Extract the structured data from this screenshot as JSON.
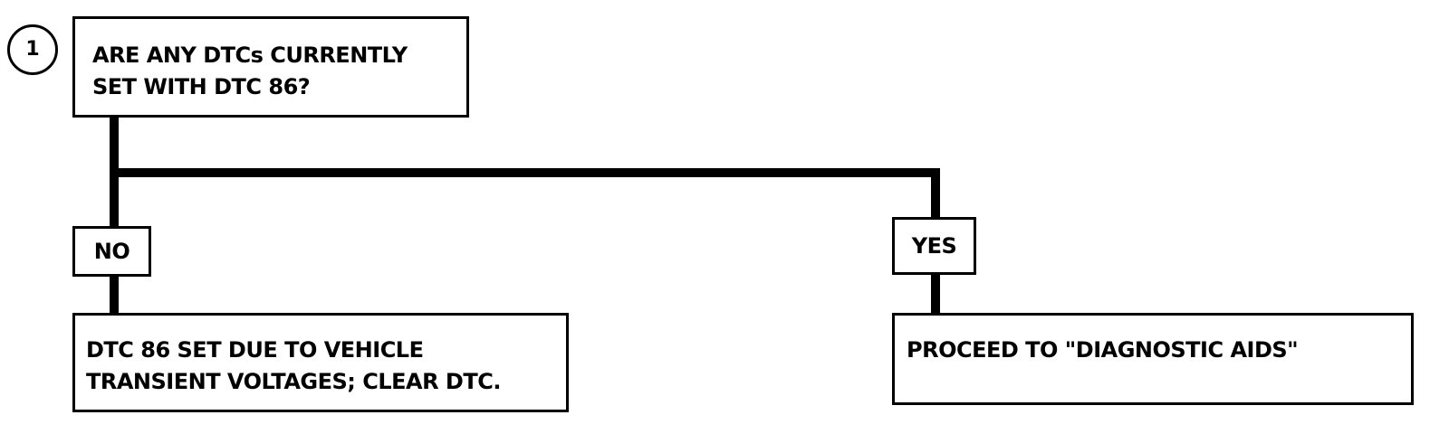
{
  "step_number": "1",
  "question": {
    "line1": "ARE ANY DTCs CURRENTLY",
    "line2": "SET WITH DTC 86?"
  },
  "branches": {
    "no": {
      "label": "NO",
      "action_line1": "DTC 86 SET DUE TO VEHICLE",
      "action_line2": "TRANSIENT VOLTAGES; CLEAR DTC."
    },
    "yes": {
      "label": "YES",
      "action_line1": "PROCEED TO \"DIAGNOSTIC AIDS\""
    }
  }
}
